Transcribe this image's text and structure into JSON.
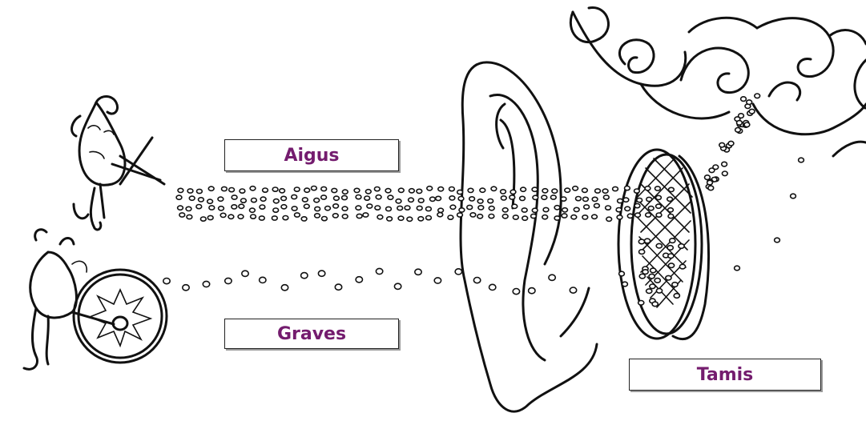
{
  "labels": {
    "high": "Aigus",
    "low": "Graves",
    "sieve": "Tamis"
  },
  "colors": {
    "label_text": "#741c6e",
    "ink": "#111111",
    "background": "#ffffff"
  },
  "figures": {
    "violinist": "violin-player-figure",
    "drummer": "drummer-figure"
  },
  "icons": [
    "ear-outline",
    "sieve-mesh",
    "cloud-swirls",
    "sound-particles"
  ]
}
